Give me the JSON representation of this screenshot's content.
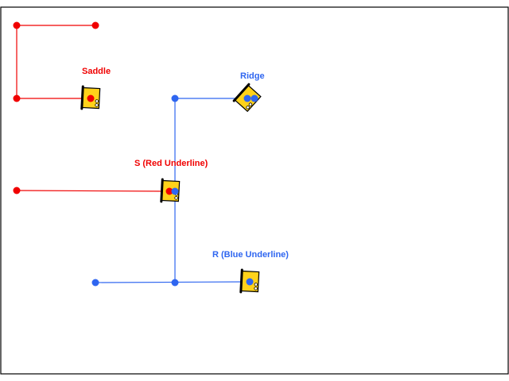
{
  "colors": {
    "red": "#f00000",
    "blue": "#2f66f0",
    "device_fill": "#ffd21a",
    "device_stroke": "#000000",
    "frame": "#000000",
    "background": "#ffffff"
  },
  "labels": {
    "saddle": "Saddle",
    "ridge": "Ridge",
    "s_red_underline": "S (Red Underline)",
    "r_blue_underline": "R (Blue Underline)"
  },
  "devices": [
    {
      "id": "saddle",
      "label": "Saddle",
      "color": "red",
      "icon": "yellow-device-icon"
    },
    {
      "id": "ridge",
      "label": "Ridge",
      "color": "blue",
      "icon": "yellow-device-icon"
    },
    {
      "id": "s_red_underline",
      "label": "S (Red Underline)",
      "color": "red",
      "icon": "yellow-device-icon"
    },
    {
      "id": "r_blue_underline",
      "label": "R (Blue Underline)",
      "color": "blue",
      "icon": "yellow-device-icon"
    }
  ]
}
